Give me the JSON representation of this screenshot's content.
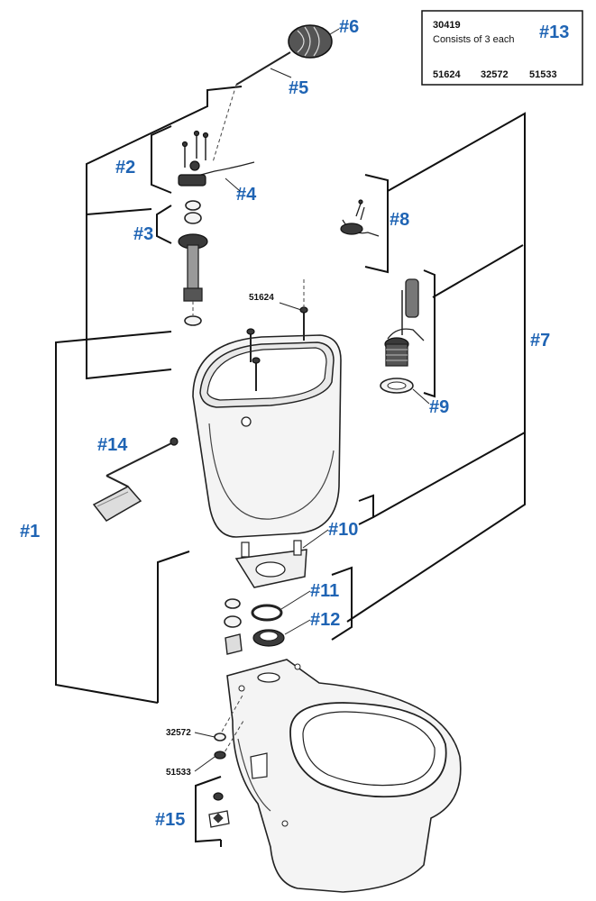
{
  "callouts": {
    "c1": "#1",
    "c2": "#2",
    "c3": "#3",
    "c4": "#4",
    "c5": "#5",
    "c6": "#6",
    "c7": "#7",
    "c8": "#8",
    "c9": "#9",
    "c10": "#10",
    "c11": "#11",
    "c12": "#12",
    "c13": "#13",
    "c14": "#14",
    "c15": "#15"
  },
  "part_numbers": {
    "bolt_top": "51624",
    "washer": "32572",
    "nut": "51533"
  },
  "kit_box": {
    "kit_number": "30419",
    "description": "Consists of 3 each",
    "callout": "#13",
    "items": [
      "51624",
      "32572",
      "51533"
    ]
  },
  "colors": {
    "callout": "#1f64b4",
    "line": "#111111"
  }
}
